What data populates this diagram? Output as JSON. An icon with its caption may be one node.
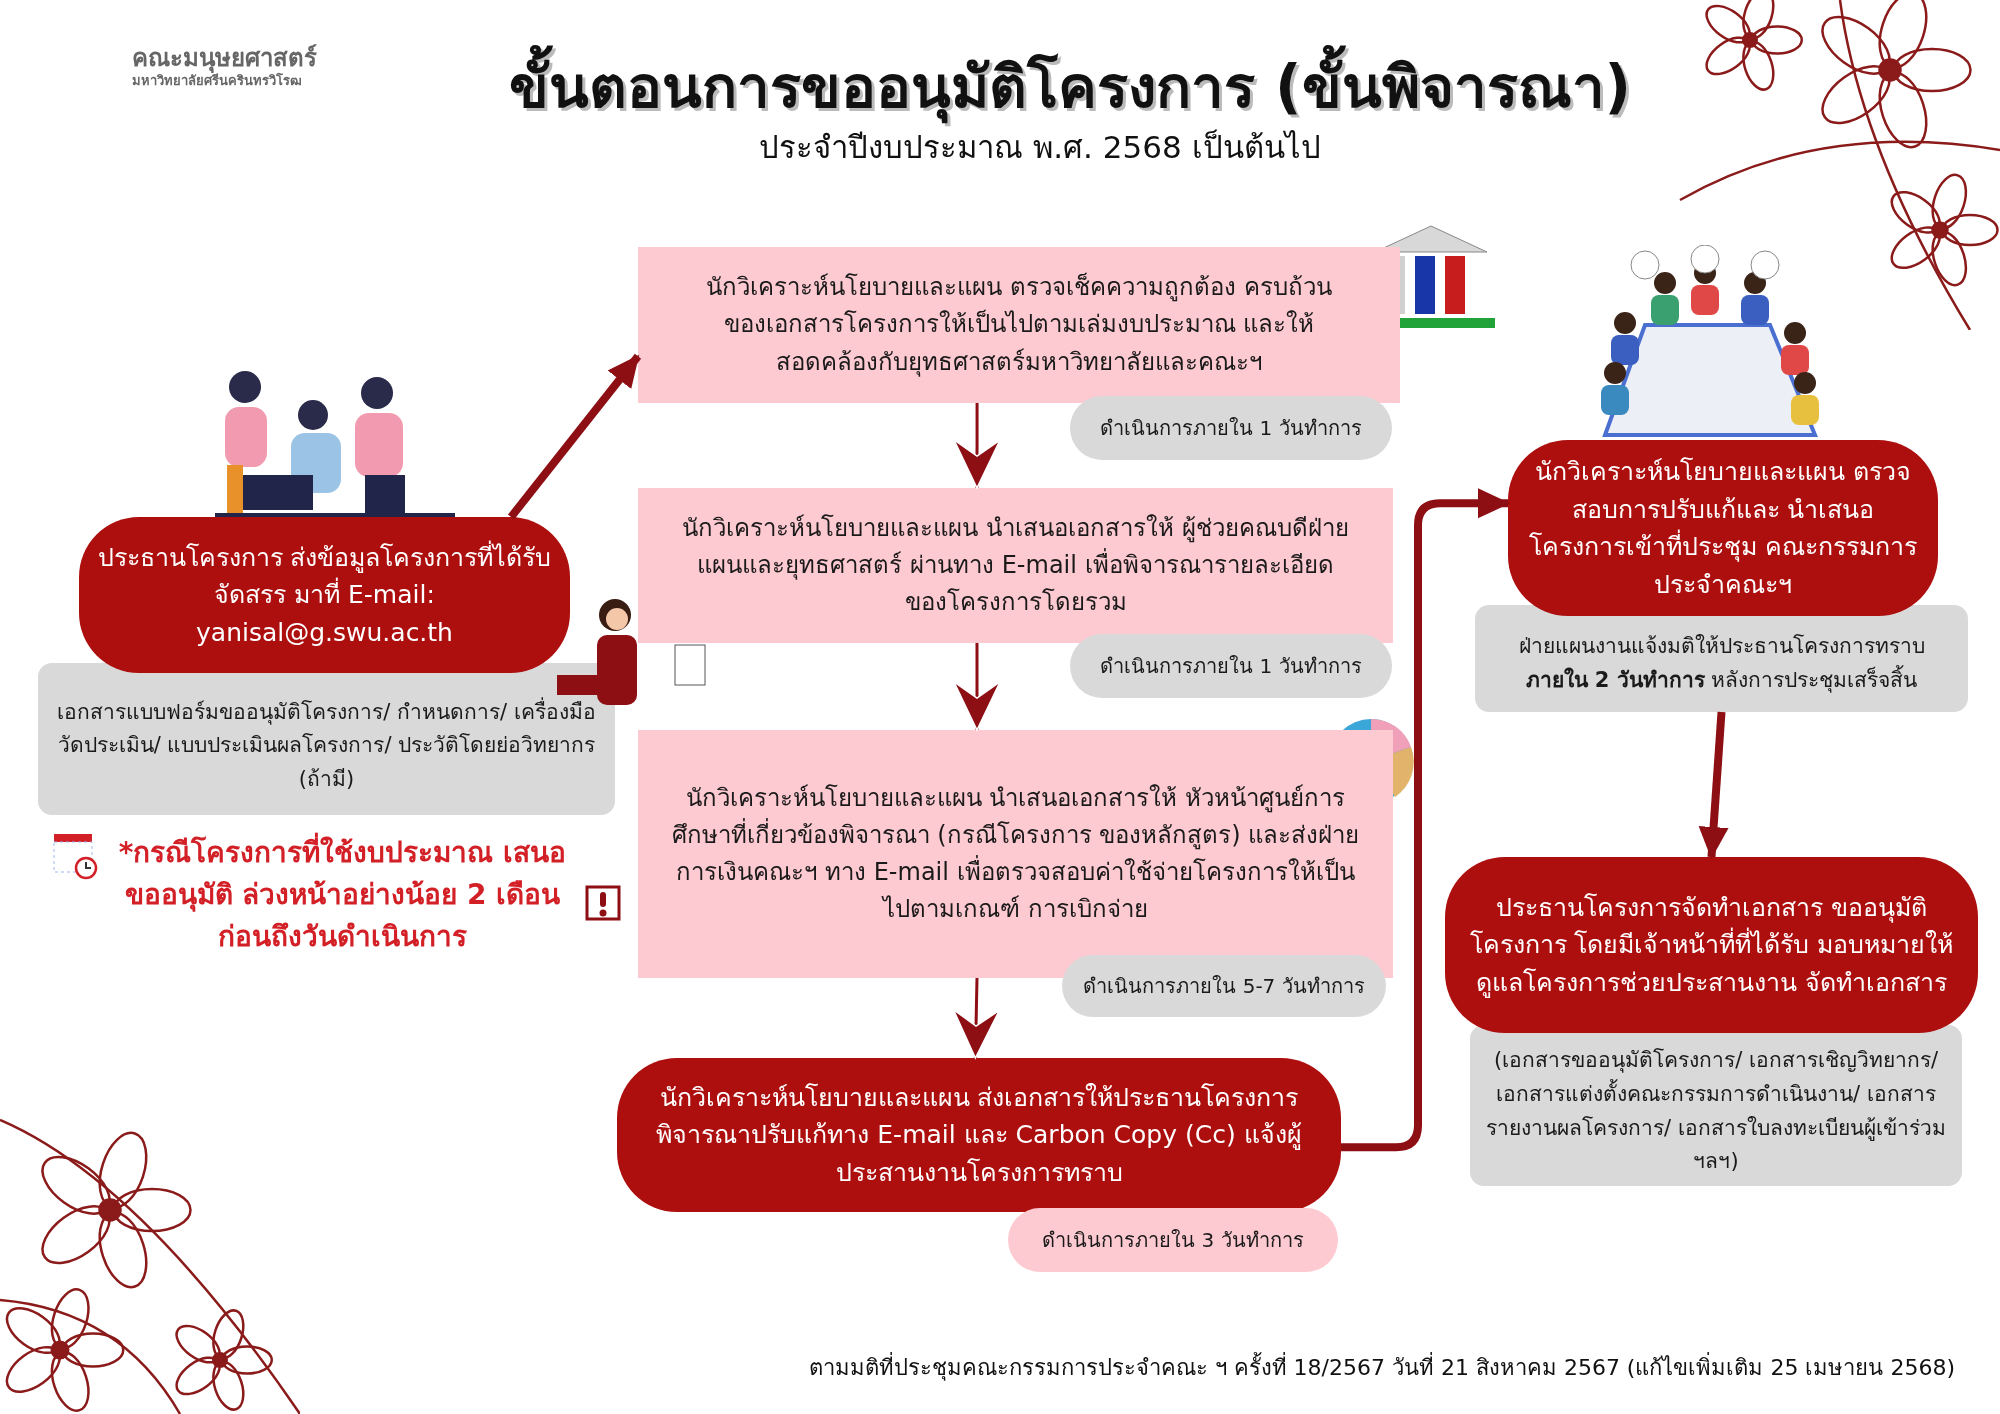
{
  "diagram": {
    "title": "ขั้นตอนการขออนุมัติโครงการ (ขั้นพิจารณา)",
    "nodes": [
      {
        "text": [
          "ประธานโครงการ ส่งข้อมูลโครงการที่ได้รับจัดสรร มาที่ E-mail: yanisal@g.swu.ac.th"
        ]
      },
      {
        "text": [
          "เอกสารแบบฟอร์มขออนุมัติโครงการ/ กำหนดการ/ เครื่องมือวัดประเมิน/ แบบประเมินผลโครงการ/ ประวัติโดยย่อวิทยากร (ถ้ามี)"
        ]
      },
      {
        "text": [
          "นักวิเคราะห์นโยบายและแผน ตรวจเช็คความถูกต้อง ครบถ้วนของเอกสารโครงการให้เป็นไปตามเล่มงบประมาณ และให้สอดคล้องกับยุทธศาสตร์มหาวิทยาลัยและคณะฯ"
        ]
      },
      {
        "text": [
          "ดำเนินการภายใน 1 วันทำการ"
        ]
      },
      {
        "text": [
          "นักวิเคราะห์นโยบายและแผน นำเสนอเอกสารให้ ผู้ช่วยคณบดีฝ่ายแผนและยุทธศาสตร์ ผ่านทาง E-mail เพื่อพิจารณารายละเอียดของโครงการโดยรวม"
        ]
      },
      {
        "text": [
          "ดำเนินการภายใน 1 วันทำการ"
        ]
      },
      {
        "text": [
          "นักวิเคราะห์นโยบายและแผน นำเสนอเอกสารให้ หัวหน้าศูนย์การศึกษาที่เกี่ยวข้องพิจารณา (กรณีโครงการ ของหลักสูตร) และส่งฝ่ายการเงินคณะฯ ทาง E-mail เพื่อตรวจสอบค่าใช้จ่ายโครงการให้เป็นไปตามเกณฑ์ การเบิกจ่าย"
        ]
      },
      {
        "text": [
          "ดำเนินการภายใน 5-7 วันทำการ"
        ]
      },
      {
        "text": [
          "นักวิเคราะห์นโยบายและแผน ส่งเอกสารให้ประธานโครงการ พิจารณาปรับแก้ทาง E-mail และ Carbon Copy (Cc) แจ้งผู้ประสานงานโครงการทราบ"
        ]
      },
      {
        "text": [
          "ดำเนินการภายใน 3 วันทำการ"
        ]
      },
      {
        "text": [
          "นักวิเคราะห์นโยบายและแผน ตรวจสอบการปรับแก้และ นำเสนอโครงการเข้าที่ประชุม คณะกรรมการประจำคณะฯ"
        ]
      },
      {
        "text": [
          "ฝ่ายแผนงานแจ้งมติให้ประธานโครงการทราบ **ภายใน 2 วันทำการ** หลังการประชุมเสร็จสิ้น"
        ]
      },
      {
        "text": [
          "ประธานโครงการจัดทำเอกสาร ขออนุมัติโครงการ โดยมีเจ้าหน้าที่ที่ได้รับ มอบหมายให้ดูแลโครงการช่วยประสานงาน จัดทำเอกสาร"
        ]
      },
      {
        "text": [
          "(เอกสารขออนุมัติโครงการ/ เอกสารเชิญวิทยากร/ เอกสารแต่งตั้งคณะกรรมการดำเนินงาน/ เอกสารรายงานผลโครงการ/ เอกสารใบลงทะเบียนผู้เข้าร่วม ฯลฯ)"
        ]
      }
    ],
    "edges": [
      {
        "from": 0,
        "to": 2,
        "arrow": "to",
        "style": "thick"
      },
      {
        "from": 2,
        "to": 4,
        "arrow": "to"
      },
      {
        "from": 4,
        "to": 6,
        "arrow": "to"
      },
      {
        "from": 6,
        "to": 8,
        "arrow": "to"
      },
      {
        "from": 8,
        "to": 10,
        "arrow": "to",
        "style": "thick"
      },
      {
        "from": 11,
        "to": 12,
        "arrow": "to",
        "style": "thick"
      }
    ],
    "labels": [
      "คณะมนุษยศาสตร์",
      "มหาวิทยาลัยศรีนครินทรวิโรฒ",
      "ประจำปีงบประมาณ พ.ศ. 2568 เป็นต้นไป",
      "*กรณีโครงการที่ใช้งบประมาณ เสนอขออนุมัติ **ล่วงหน้าอย่างน้อย 2 เดือน** ก่อนถึงวันดำเนินการ",
      "ตามมติที่ประชุมคณะกรรมการประจำคณะ ฯ ครั้งที่ 18/2567 วันที่ 21 สิงหาคม 2567 (แก้ไขเพิ่มเติม 25 เมษายน 2568)"
    ]
  }
}
